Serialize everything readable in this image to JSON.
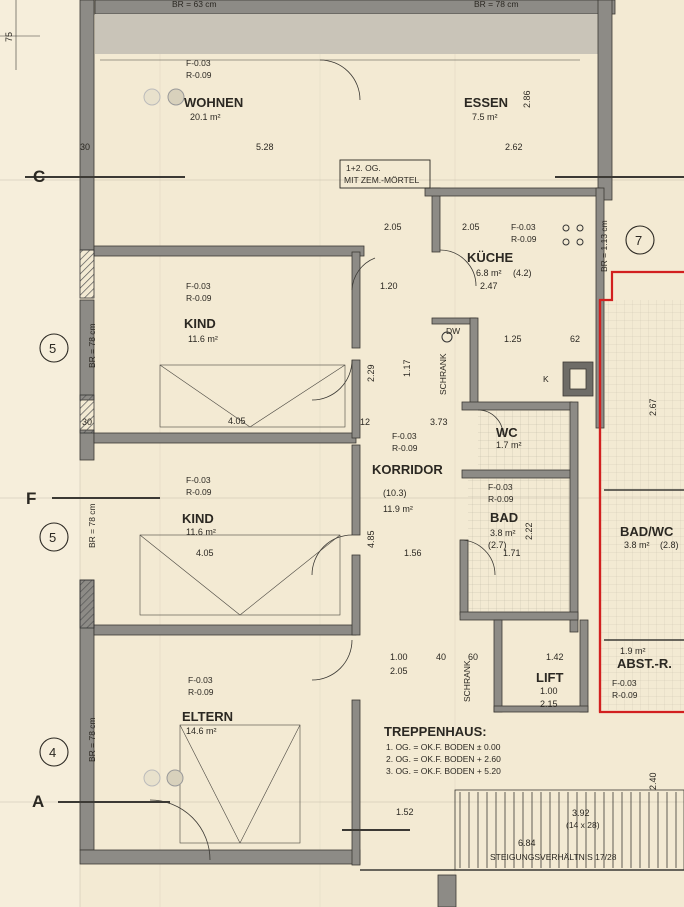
{
  "rooms": {
    "wohnen": {
      "name": "WOHNEN",
      "area": "20.1 m²",
      "f": "F-0.03",
      "r": "R-0.09"
    },
    "essen": {
      "name": "ESSEN",
      "area": "7.5 m²"
    },
    "kueche": {
      "name": "KÜCHE",
      "area": "6.8 m²",
      "area_alt": "(4.2)",
      "f": "F-0.03",
      "r": "R-0.09"
    },
    "kind1": {
      "name": "KIND",
      "area": "11.6 m²",
      "f": "F-0.03",
      "r": "R-0.09"
    },
    "kind2": {
      "name": "KIND",
      "area": "11.6 m²",
      "f": "F-0.03",
      "r": "R-0.09"
    },
    "eltern": {
      "name": "ELTERN",
      "area": "14.6 m²",
      "f": "F-0.03",
      "r": "R-0.09"
    },
    "korridor": {
      "name": "KORRIDOR",
      "area": "11.9 m²",
      "area_alt": "(10.3)",
      "f": "F-0.03",
      "r": "R-0.09"
    },
    "wc": {
      "name": "WC",
      "area": "1.7 m²"
    },
    "bad": {
      "name": "BAD",
      "area": "3.8 m²",
      "area_alt": "(2.7)",
      "f": "F-0.03",
      "r": "R-0.09"
    },
    "lift": {
      "name": "LIFT",
      "dim1": "1.42",
      "dim2": "1.00",
      "dim3": "2.15"
    },
    "badwc": {
      "name": "BAD/WC",
      "area": "3.8 m²",
      "area_alt": "(2.8)"
    },
    "abstr": {
      "name": "ABST.-R.",
      "area": "1.9 m²",
      "f": "F-0.03",
      "r": "R-0.09"
    }
  },
  "labels": {
    "note_line1": "1+2. OG.",
    "note_line2": "MIT ZEM.-MÖRTEL",
    "schrank": "SCHRANK",
    "dw": "DW",
    "k": "K",
    "br_top_left": "BR = 63 cm",
    "br_top_right": "BR = 78 cm",
    "br_kind1": "BR = 78 cm",
    "br_kind2": "BR = 78 cm",
    "br_eltern": "BR = 78 cm",
    "br_kueche": "BR = 1.13 cm",
    "staircase_note": "STEIGUNGSVERHÄLTNIS 17/28",
    "stair_dims": "3.92",
    "stair_steps": "(14 x 28)",
    "stair_len": "6.84"
  },
  "treppenhaus": {
    "title": "TREPPENHAUS:",
    "rows": [
      "1. OG. = OK.F. BODEN ± 0.00",
      "2. OG. = OK.F. BODEN + 2.60",
      "3. OG. = OK.F. BODEN + 5.20"
    ]
  },
  "grid_markers": {
    "axis_c": "C",
    "axis_f": "F",
    "axis_a": "A",
    "circle_5a": "5",
    "circle_5b": "5",
    "circle_4": "4",
    "circle_7": "7",
    "margin_75": "75"
  },
  "dims": {
    "wohnen_w": "5.28",
    "essen_w": "2.62",
    "essen_h": "2.86",
    "kind_w": "4.05",
    "kind2_w": "4.05",
    "korr_w": "3.73",
    "korr_h": "4.85",
    "korr_1": "1.56",
    "korr_2": "2.29",
    "korr_3": "1.17",
    "kueche_w": "2.47",
    "kueche_2": "2.05",
    "kueche_3": "2.05",
    "d_120": "1.20",
    "d_125": "1.25",
    "d_100": "1.00",
    "d_205": "2.05",
    "d_152": "1.52",
    "d_267": "2.67",
    "d_240": "2.40",
    "d_222": "2.22",
    "d_171": "1.71",
    "d_30a": "30",
    "d_30b": "30",
    "d_12": "12",
    "d_62": "62",
    "d_60": "60",
    "d_40": "40"
  }
}
